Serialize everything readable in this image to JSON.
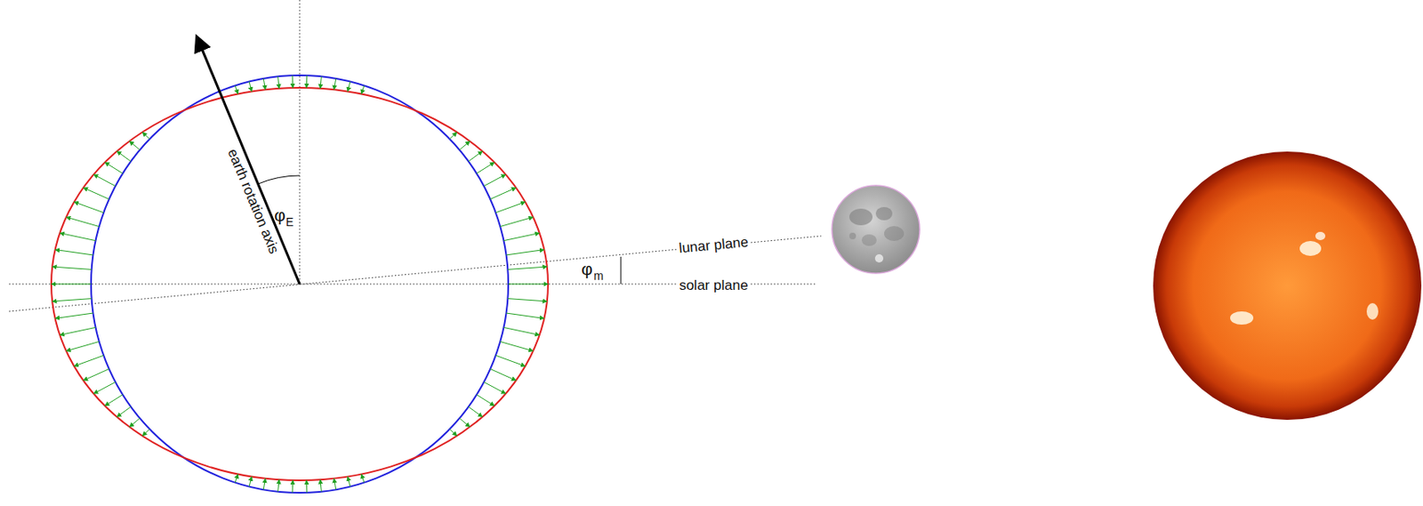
{
  "diagram": {
    "labels": [
      "earth rotation axis",
      "φ",
      "E",
      "lunar plane",
      "solar plane",
      "φ",
      "m"
    ]
  }
}
